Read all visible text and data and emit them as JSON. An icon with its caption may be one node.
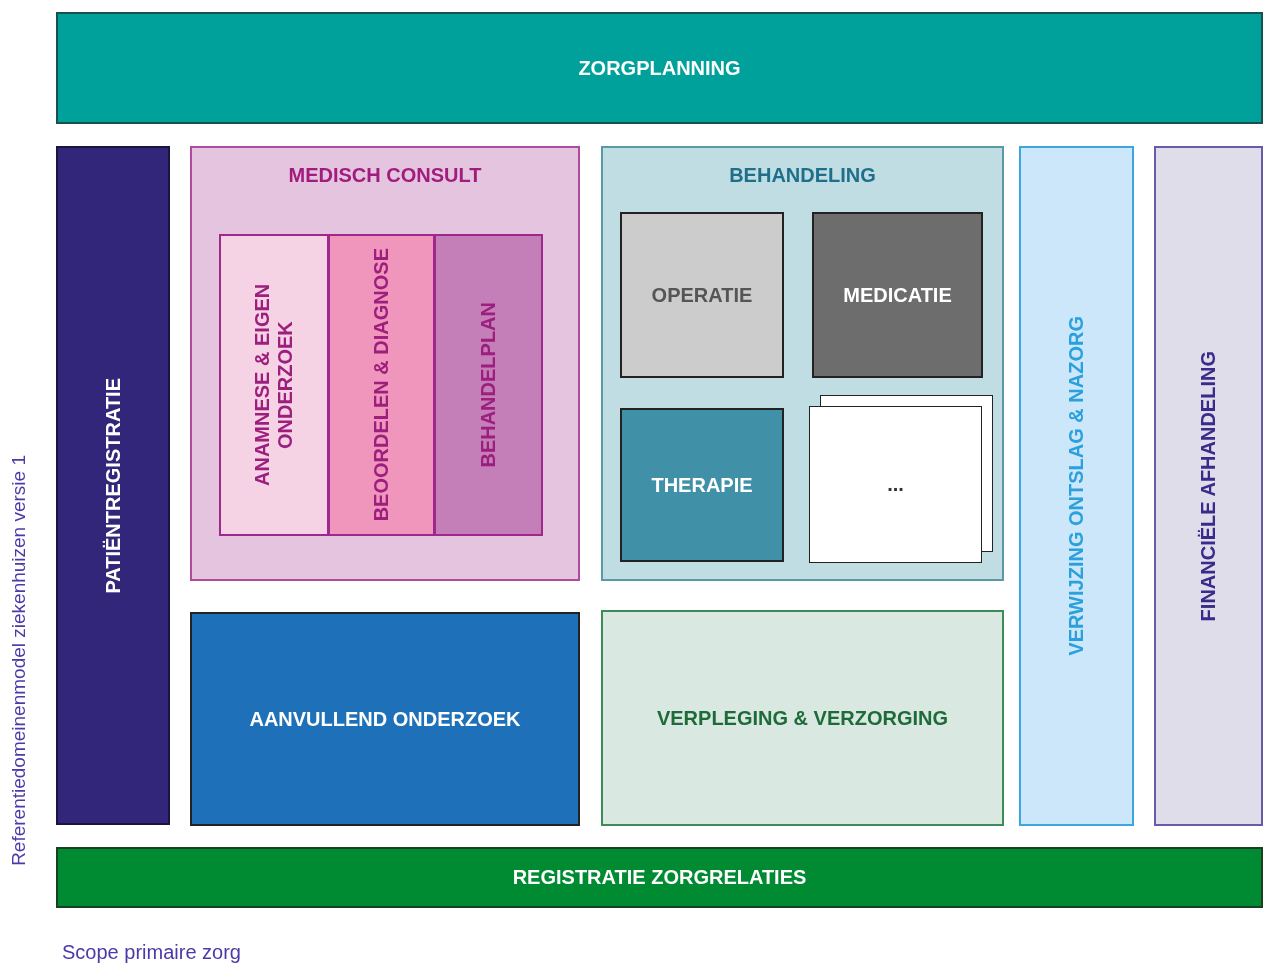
{
  "diagram": {
    "nodes": [
      {
        "text": [
          "ZORGPLANNING"
        ]
      },
      {
        "text": [
          "PATIËNTREGISTRATIE"
        ]
      },
      {
        "text": [
          "MEDISCH CONSULT"
        ]
      },
      {
        "text": [
          "ANAMNESE & EIGEN ONDERZOEK"
        ],
        "in": 2
      },
      {
        "text": [
          "BEOORDELEN & DIAGNOSE"
        ],
        "in": 2
      },
      {
        "text": [
          "BEHANDELPLAN"
        ],
        "in": 2
      },
      {
        "text": [
          "BEHANDELING"
        ]
      },
      {
        "text": [
          "OPERATIE"
        ],
        "in": 6
      },
      {
        "text": [
          "MEDICATIE"
        ],
        "in": 6
      },
      {
        "text": [
          "THERAPIE"
        ],
        "in": 6
      },
      {
        "text": [
          "..."
        ],
        "in": 6
      },
      {
        "text": [
          "VERWIJZING ONTSLAG & NAZORG"
        ]
      },
      {
        "text": [
          "FINANCIËLE AFHANDELING"
        ]
      },
      {
        "text": [
          "AANVULLEND ONDERZOEK"
        ]
      },
      {
        "text": [
          "VERPLEGING & VERZORGING"
        ]
      },
      {
        "text": [
          "REGISTRATIE ZORGRELATIES"
        ]
      }
    ],
    "edges": [],
    "labels": [
      "Referentiedomeinenmodel ziekenhuizen versie 1",
      "Scope primaire zorg"
    ]
  }
}
